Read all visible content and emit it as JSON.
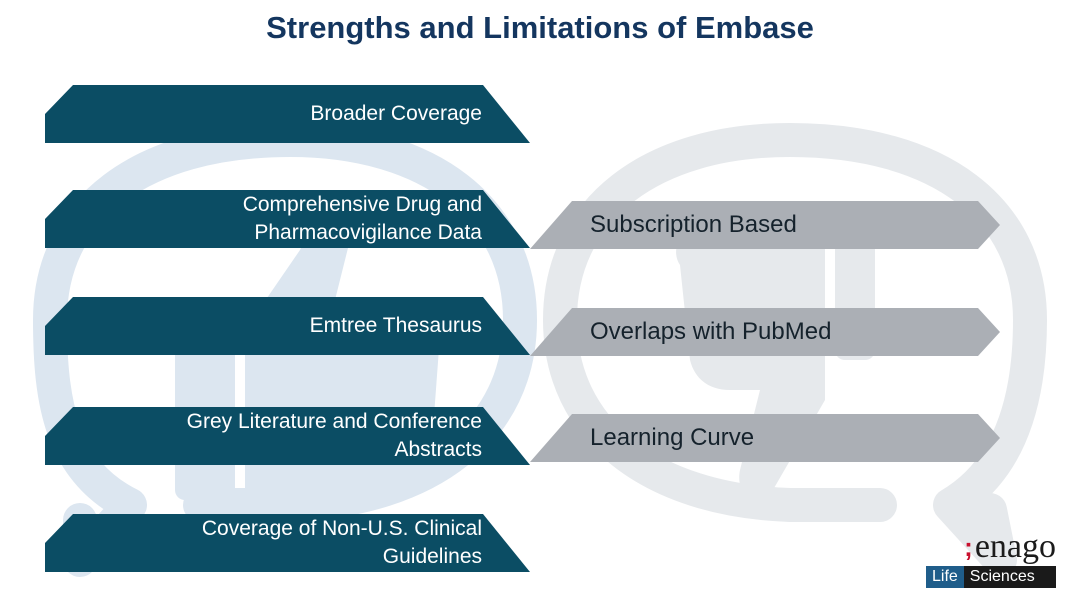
{
  "title": "Strengths and Limitations of Embase",
  "colors": {
    "title": "#14365f",
    "strength_fill": "#0b4d64",
    "limitation_fill": "#abafb5",
    "background_icon": "#dce6f0",
    "background_icon_right": "#e6e9ec"
  },
  "strengths": [
    {
      "line1": "Broader Coverage",
      "line2": ""
    },
    {
      "line1": "Comprehensive Drug and",
      "line2": "Pharmacovigilance Data"
    },
    {
      "line1": "Emtree Thesaurus",
      "line2": ""
    },
    {
      "line1": "Grey Literature and Conference",
      "line2": "Abstracts"
    },
    {
      "line1": "Coverage of Non-U.S. Clinical",
      "line2": "Guidelines"
    }
  ],
  "limitations": [
    {
      "label": "Subscription Based"
    },
    {
      "label": "Overlaps with PubMed"
    },
    {
      "label": "Learning Curve"
    }
  ],
  "logo": {
    "mark": ";",
    "word": "enago",
    "tag_left": "Life",
    "tag_right": "Sciences"
  },
  "icons": {
    "left_background": "thumbs-up-icon",
    "right_background": "thumbs-down-icon"
  }
}
